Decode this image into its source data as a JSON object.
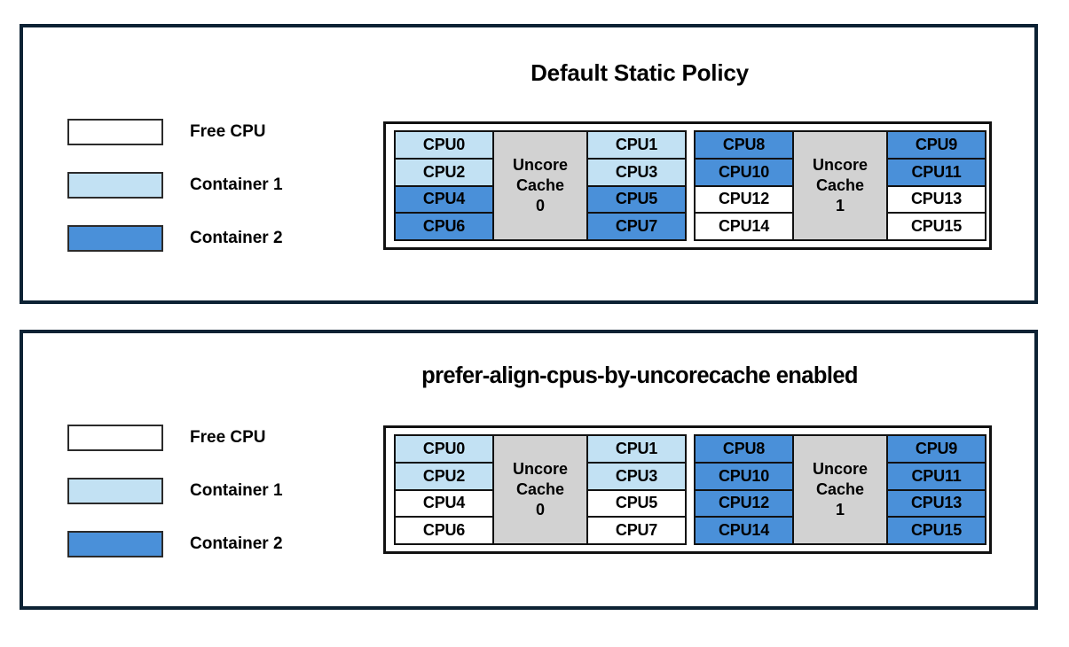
{
  "panels": [
    {
      "id": "default-static-policy",
      "title": "Default Static Policy",
      "legend": [
        {
          "label": "Free CPU",
          "color": "#ffffff"
        },
        {
          "label": "Container 1",
          "color": "#c2e1f3"
        },
        {
          "label": "Container 2",
          "color": "#4a90d9"
        }
      ],
      "groups": [
        {
          "cache_label_line1": "Uncore",
          "cache_label_line2": "Cache",
          "cache_label_line3": "0",
          "left_column": [
            {
              "label": "CPU0",
              "state": "container-1"
            },
            {
              "label": "CPU2",
              "state": "container-1"
            },
            {
              "label": "CPU4",
              "state": "container-2"
            },
            {
              "label": "CPU6",
              "state": "container-2"
            }
          ],
          "right_column": [
            {
              "label": "CPU1",
              "state": "container-1"
            },
            {
              "label": "CPU3",
              "state": "container-1"
            },
            {
              "label": "CPU5",
              "state": "container-2"
            },
            {
              "label": "CPU7",
              "state": "container-2"
            }
          ]
        },
        {
          "cache_label_line1": "Uncore",
          "cache_label_line2": "Cache",
          "cache_label_line3": "1",
          "left_column": [
            {
              "label": "CPU8",
              "state": "container-2"
            },
            {
              "label": "CPU10",
              "state": "container-2"
            },
            {
              "label": "CPU12",
              "state": "free"
            },
            {
              "label": "CPU14",
              "state": "free"
            }
          ],
          "right_column": [
            {
              "label": "CPU9",
              "state": "container-2"
            },
            {
              "label": "CPU11",
              "state": "container-2"
            },
            {
              "label": "CPU13",
              "state": "free"
            },
            {
              "label": "CPU15",
              "state": "free"
            }
          ]
        }
      ]
    },
    {
      "id": "prefer-align-cpus-by-uncorecache",
      "title": "prefer-align-cpus-by-uncorecache enabled",
      "legend": [
        {
          "label": "Free CPU",
          "color": "#ffffff"
        },
        {
          "label": "Container 1",
          "color": "#c2e1f3"
        },
        {
          "label": "Container 2",
          "color": "#4a90d9"
        }
      ],
      "groups": [
        {
          "cache_label_line1": "Uncore",
          "cache_label_line2": "Cache",
          "cache_label_line3": "0",
          "left_column": [
            {
              "label": "CPU0",
              "state": "container-1"
            },
            {
              "label": "CPU2",
              "state": "container-1"
            },
            {
              "label": "CPU4",
              "state": "free"
            },
            {
              "label": "CPU6",
              "state": "free"
            }
          ],
          "right_column": [
            {
              "label": "CPU1",
              "state": "container-1"
            },
            {
              "label": "CPU3",
              "state": "container-1"
            },
            {
              "label": "CPU5",
              "state": "free"
            },
            {
              "label": "CPU7",
              "state": "free"
            }
          ]
        },
        {
          "cache_label_line1": "Uncore",
          "cache_label_line2": "Cache",
          "cache_label_line3": "1",
          "left_column": [
            {
              "label": "CPU8",
              "state": "container-2"
            },
            {
              "label": "CPU10",
              "state": "container-2"
            },
            {
              "label": "CPU12",
              "state": "container-2"
            },
            {
              "label": "CPU14",
              "state": "container-2"
            }
          ],
          "right_column": [
            {
              "label": "CPU9",
              "state": "container-2"
            },
            {
              "label": "CPU11",
              "state": "container-2"
            },
            {
              "label": "CPU13",
              "state": "container-2"
            },
            {
              "label": "CPU15",
              "state": "container-2"
            }
          ]
        }
      ]
    }
  ],
  "colors": {
    "panel_border": "#0d2234",
    "cell_border": "#111111",
    "free": "#ffffff",
    "container_1": "#c2e1f3",
    "container_2": "#4a90d9",
    "uncore_cache": "#d2d2d2",
    "text": "#010101"
  }
}
